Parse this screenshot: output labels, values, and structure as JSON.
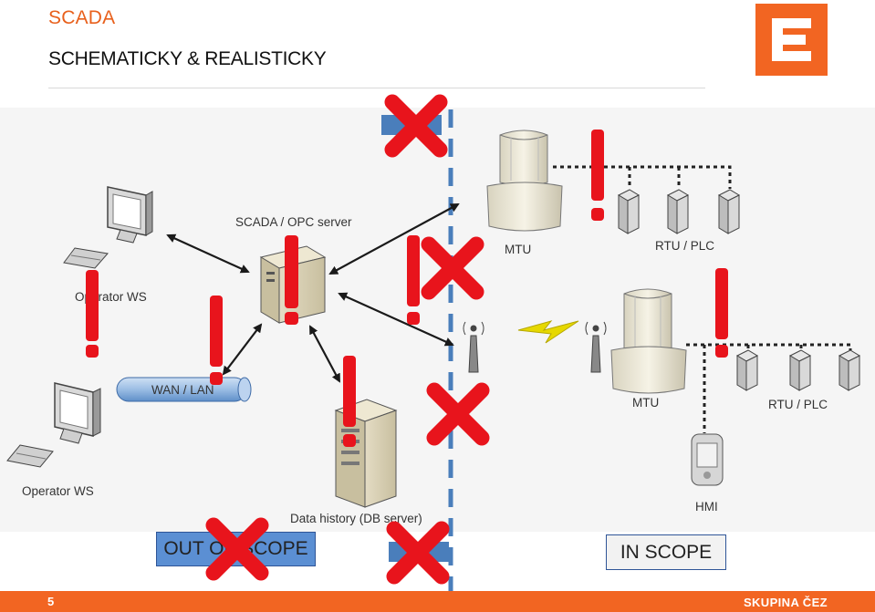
{
  "slide": {
    "title": "SCADA",
    "subtitle": "SCHEMATICKY & REALISTICKY",
    "page_number": "5",
    "brand": "SKUPINA ČEZ"
  },
  "diagram": {
    "labels": {
      "scada_server": "SCADA / OPC server",
      "operator_ws_1": "Operator WS",
      "operator_ws_2": "Operator WS",
      "wan_lan": "WAN / LAN",
      "data_history": "Data history (DB server)",
      "mtu_1": "MTU",
      "mtu_2": "MTU",
      "rtu_plc_1": "RTU / PLC",
      "rtu_plc_2": "RTU / PLC",
      "hmi": "HMI"
    },
    "scope": {
      "out": "OUT OF SCOPE",
      "in": "IN SCOPE"
    },
    "colors": {
      "accent": "#f26522",
      "warning": "#e8141c",
      "boundary": "#4a7ebb",
      "arrow": "#1a1a1a",
      "wireless": "#e6d800"
    }
  }
}
